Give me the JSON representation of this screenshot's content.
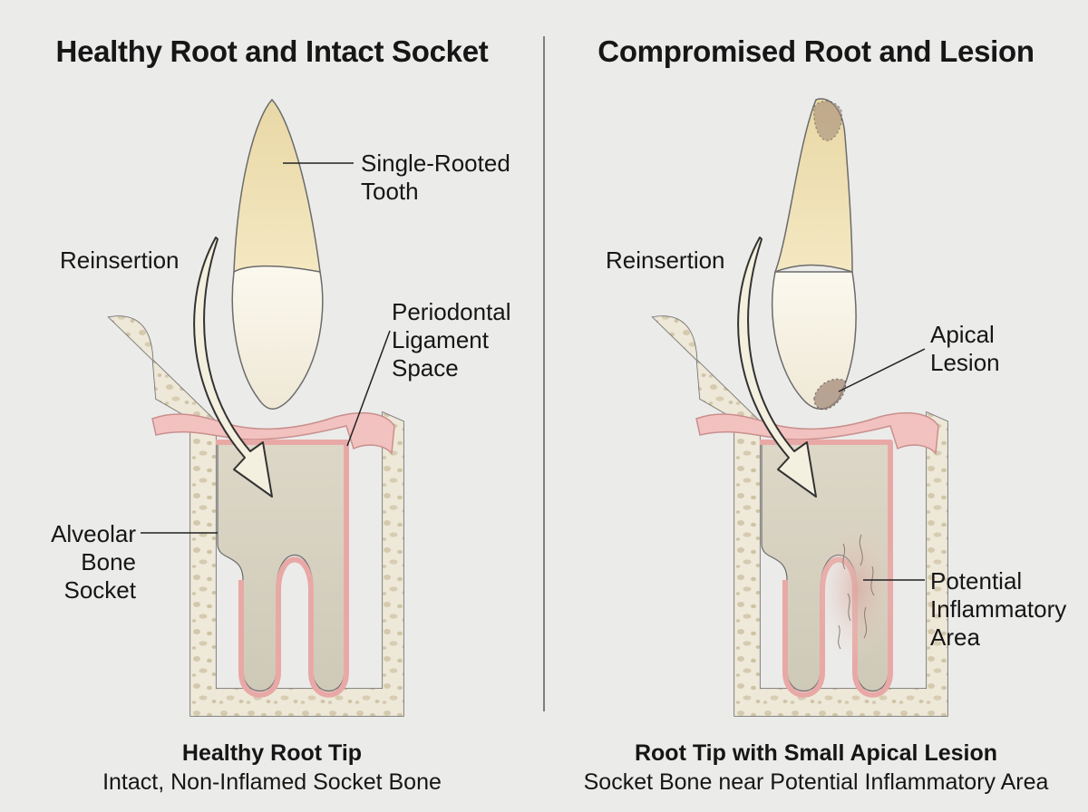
{
  "left_panel": {
    "title": "Healthy Root and Intact Socket",
    "labels": {
      "tooth": [
        "Single-Rooted",
        "Tooth"
      ],
      "reinsertion": "Reinsertion",
      "pdl": [
        "Periodontal",
        "Ligament",
        "Space"
      ],
      "socket": [
        "Alveolar",
        "Bone",
        "Socket"
      ]
    },
    "caption_title": "Healthy Root Tip",
    "caption_text": "Intact, Non-Inflamed Socket Bone"
  },
  "right_panel": {
    "title": "Compromised Root and Lesion",
    "labels": {
      "reinsertion": "Reinsertion",
      "lesion": [
        "Apical",
        "Lesion"
      ],
      "inflammatory": [
        "Potential",
        "Inflammatory",
        "Area"
      ]
    },
    "caption_title": "Root Tip with Small Apical Lesion",
    "caption_text": "Socket Bone near Potential Inflammatory Area"
  },
  "colors": {
    "background": "#ebebea",
    "bone": "#ece6d6",
    "gum": "#f2c2c0",
    "root": "#efe2b4",
    "crown": "#faf7ee",
    "lesion": "#a08676",
    "outline": "#555555"
  }
}
